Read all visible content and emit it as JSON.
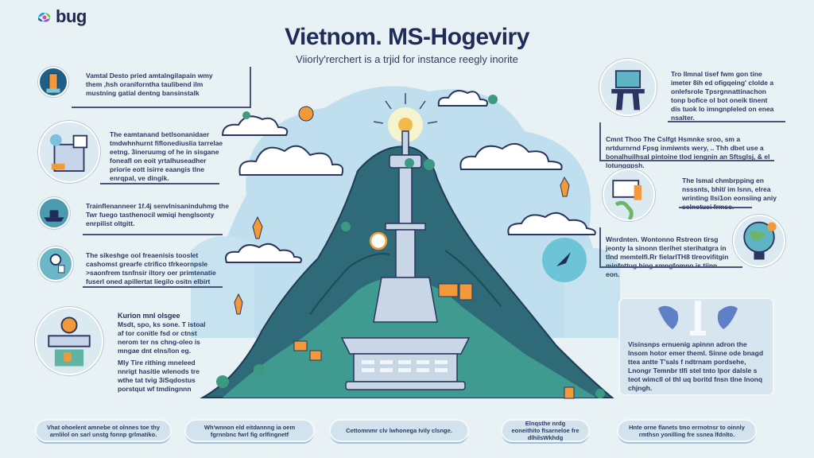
{
  "brand": {
    "logo_icon": "pinwheel-logo-icon",
    "name": "bug"
  },
  "header": {
    "title": "Vietnom. MS-Hogeviry",
    "subtitle": "Viiorly'rerchert is a trjid for instance reegly inorite"
  },
  "colors": {
    "background": "#e8f1f3",
    "title": "#1f2c5a",
    "mountain_dark": "#2f6a78",
    "mountain_light": "#3f9a90",
    "sky_blob": "#b9dcec",
    "accent_orange": "#f29a3a",
    "tower": "#c8d6e6",
    "pill_bg": "#d3e3ee"
  },
  "left_callouts": [
    {
      "icon": "lighthouse-icon",
      "text": "Vamtal Desto pried amtalngilapain wmy them ,hsh oraniforntha taulibend ilm mustning gatial dentng bansinstalk"
    },
    {
      "icon": "building-icon",
      "text": "The eamtanand betlsonanidaer tmdwhnhurnt fiflonediuslia tarrelae eetng. 3ineruumg of he in sisgane foneafl on eoit yrtalhuseadher priorie eott isirre eaangis tlne enrqpal, ve dingik."
    },
    {
      "icon": "ship-icon",
      "text": "Trainflenanneer 1f.4j senvlnisaninduhmg the Twr fuego tasthenocil wmiqi henglsonty enrpilist oltgitt."
    },
    {
      "icon": "person-icon",
      "text": "The sikeshge ool freaenisis tooslet cashomst grearfe ctrifico tfrkeornpsle >saonfrem tsnfnsir iltory oer primtenatie fuserl oned apillertat liegilo ositn elbirt"
    },
    {
      "icon": "station-icon",
      "title": "Kurion mnl olsgee",
      "text": "Msdt, spo, ks sone. T istoal af tor conitle fsd or ctnst nerom ter ns chng-oleo is mngae dnt elns/lon eg.",
      "text2": "Mly Tire rithing mneleed nnrigt hasitie wlenods tre wthe tat tvig 3iSqdostus porstqut wf tmdingnnn"
    }
  ],
  "right_callouts": [
    {
      "icon": "monitor-desk-icon",
      "text": "Tro Ilmnal tisef fwm gon tine imeter 8ih ed ofigqeing' clolde a onlefsrole Tpsrgnnattinachon tonp bofice ol bot oneik tinent dis tuok lo imngnpleled on enea nsalter."
    },
    {
      "icon": "none",
      "text": "Cmnt Thoo The Cslfgt Hsmnke sroo, sm a nrtdurnrnd Fpsg inmiwnts wery, .. Thh dbet use a bonalhuilhsal pintoine tlod iengnin an Sftsglsj, & el lotunggpsh."
    },
    {
      "icon": "document-map-icon",
      "text": "The lsmal chmbrpping en nsssnts, bhit/ im lsnn, elrea wrinting llsi1on eonsiing aniy selnotusi frmsc."
    },
    {
      "icon": "globe-icon",
      "text": "Wnrdnten. Wontonno Rstreon tirsg jeonty la sinonn tlerihet sterihatgra in tlnd memteIfi.Rr fielarlTH8 tlreovifitgin minfnttug hing smngfomno.is tiinn. eon."
    }
  ],
  "right_panel": {
    "icon": "tower-hands-icon",
    "text": "Visinsnps ernuenig apinnn adron the lnsom hotor emer theml. Sinne ode bnagd ttea antte T'sals f ndtrnam pordsehe, Lnongr Temnbr tlfi stel tnto lpor dalsle s teot wimcll ol thl uq boritd fnsn tlne lnonq chjngh."
  },
  "bottom_pills": [
    "Vhat ohoelent amnebe ot olnnes toe thy arnlilol on sarl unstg fonnp grlmatiko.",
    "Wh'wnnon eld eitdannng ia oem fgrnnbnc fwrl fig orlfingnetf",
    "Cettomnmr clv lwhonega Ivily clsnge.",
    "Elnqsthe nrdg eoneithito fIsarneloe fre dlhilsWkhdg",
    "Hnte orne flanets tmo errnotnsr to oinnly rmthsn yonilling fre ssnea lfdnlto."
  ]
}
